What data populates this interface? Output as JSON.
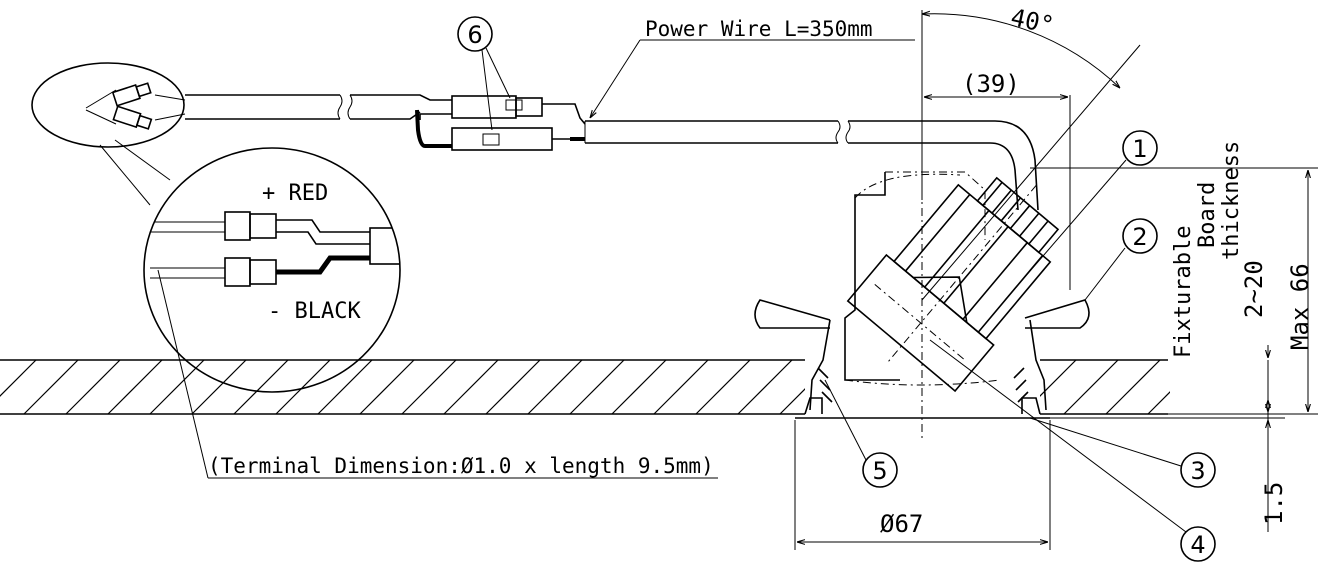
{
  "labels": {
    "power_wire": "Power Wire L=350mm",
    "angle": "40°",
    "width_39": "(39)",
    "board_fixturable": "Fixturable",
    "board_board": "Board",
    "board_thickness": "thickness",
    "board_range": "2~20",
    "max_height": "Max 66",
    "plus_red": "+ RED",
    "minus_black": "- BLACK",
    "terminal_dim": "(Terminal Dimension:Ø1.0 x length 9.5mm)",
    "diameter": "Ø67",
    "flange": "1.5"
  },
  "callouts": {
    "c1": "1",
    "c2": "2",
    "c3": "3",
    "c4": "4",
    "c5": "5",
    "c6": "6"
  }
}
